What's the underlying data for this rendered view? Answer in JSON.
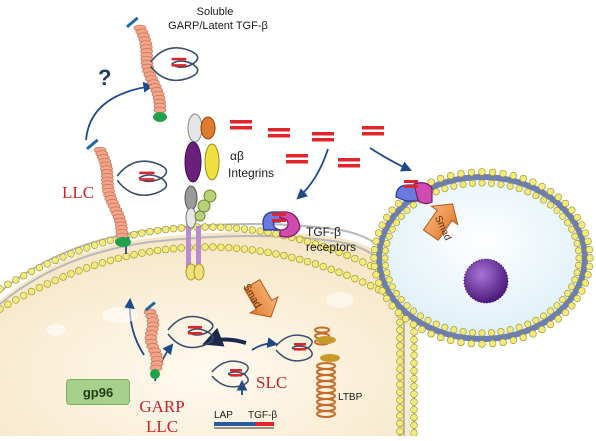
{
  "labels": {
    "soluble": "Soluble",
    "garp_latent": "GARP/Latent TGF-β",
    "question": "?",
    "alpha_beta": "αβ",
    "integrins": "Integrins",
    "tgfb_receptors_1": "TGF-β",
    "tgfb_receptors_2": "receptors",
    "llc_top": "LLC",
    "smad_cell": "Smad",
    "smad_nucleus": "Smad",
    "gp96": "gp96",
    "slc": "SLC",
    "garp": "GARP",
    "llc_bottom": "LLC",
    "lap": "LAP",
    "tgfb": "TGF-β",
    "ltbp": "LTBP"
  },
  "colors": {
    "membrane_head": "#f2ea7a",
    "cytoplasm": "#fbf3df",
    "tgf_beta_dimer": "#e0262b",
    "garp_chain": "#f0a48a",
    "anchor_green": "#1fa24a",
    "arrow_blue": "#1f4a8a",
    "nucleus_purple": "#6a2d9a",
    "receptor_blue": "#6a7ae0",
    "receptor_magenta": "#d04bb0",
    "label_red": "#c8242b"
  }
}
